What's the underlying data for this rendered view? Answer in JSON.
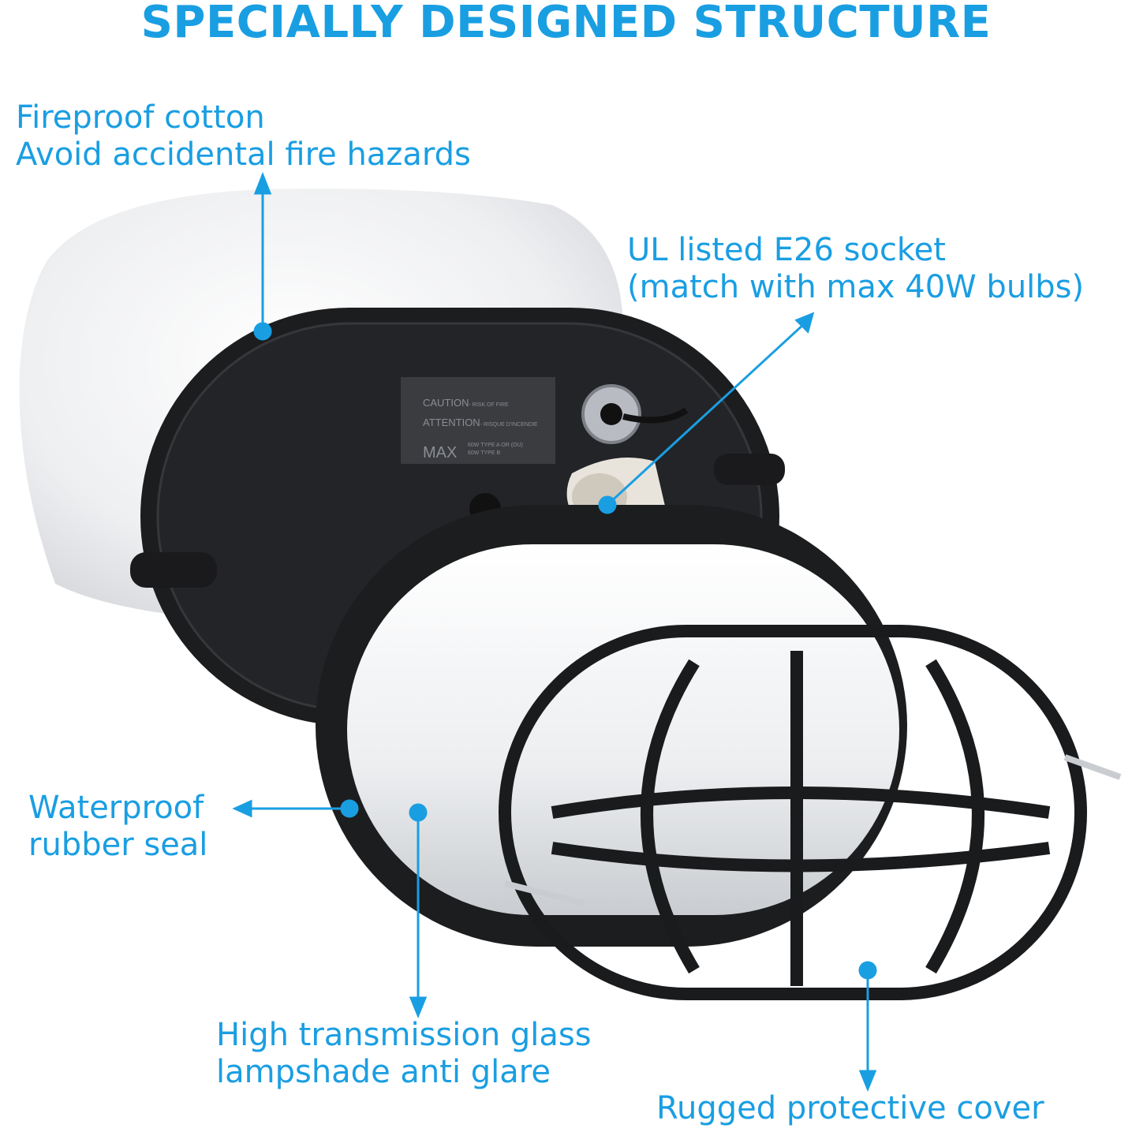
{
  "title": "SPECIALLY DESIGNED STRUCTURE",
  "accent_color": "#1a9ee2",
  "callouts": {
    "cotton": {
      "line1": "Fireproof cotton",
      "line2": "Avoid accidental fire hazards"
    },
    "socket": {
      "line1": "UL listed E26 socket",
      "line2": "(match with max 40W bulbs)"
    },
    "seal": {
      "line1": "Waterproof",
      "line2": "rubber seal"
    },
    "glass": {
      "line1": "High transmission glass",
      "line2": "lampshade anti glare"
    },
    "cover": {
      "line1": "Rugged protective cover"
    }
  },
  "product_label": {
    "caution": "CAUTION",
    "caution_text": "- RISK OF FIRE",
    "attention": "ATTENTION",
    "attention_text": "- RISQUE D'INCENDIE",
    "max": "MAX",
    "max_line1": "60W TYPE A OR (OU)",
    "max_line2": "60W TYPE B"
  }
}
